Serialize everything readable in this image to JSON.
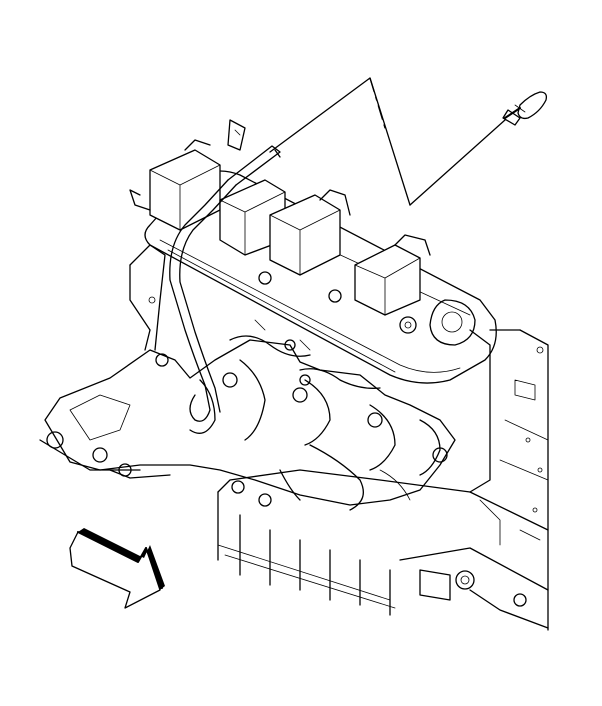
{
  "illustration": {
    "subject": "engine-block-with-ignition-coils-and-exhaust-manifold",
    "style": "black line art on white",
    "colors": {
      "background": "#ffffff",
      "line": "#000000"
    },
    "callouts": [
      {
        "id": "dipstick-leader",
        "pattern": "solid-and-dashed"
      }
    ],
    "direction_arrow": {
      "points": "forward-down-right"
    }
  }
}
